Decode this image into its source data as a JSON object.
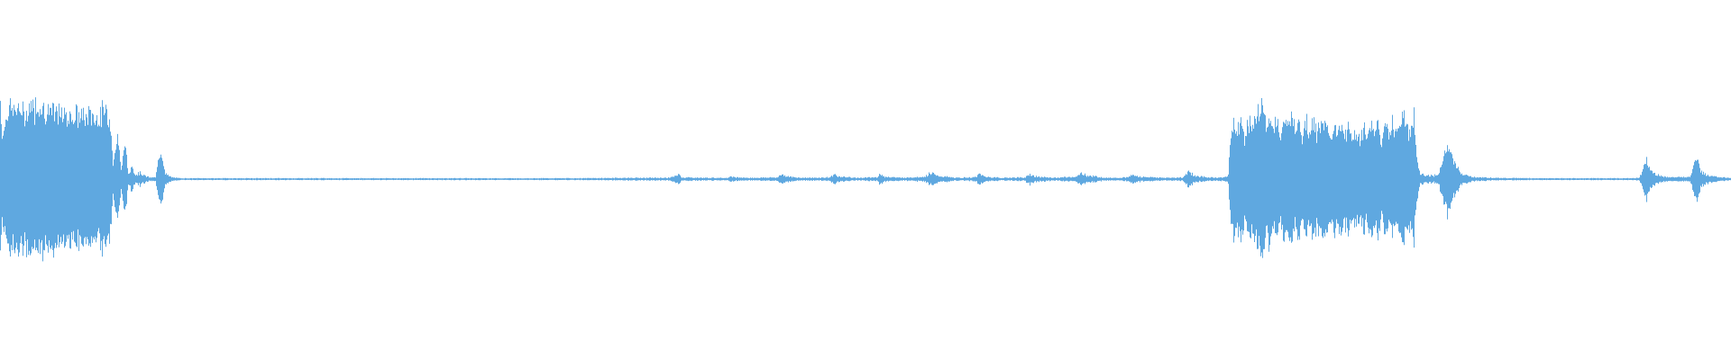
{
  "waveform": {
    "color": "#5fa8e0",
    "envelope": [
      [
        0,
        0.82
      ],
      [
        2,
        0.45
      ],
      [
        6,
        0.62
      ],
      [
        10,
        0.78
      ],
      [
        14,
        0.7
      ],
      [
        18,
        0.75
      ],
      [
        22,
        0.72
      ],
      [
        26,
        0.65
      ],
      [
        30,
        0.73
      ],
      [
        34,
        0.78
      ],
      [
        38,
        0.72
      ],
      [
        42,
        0.8
      ],
      [
        46,
        0.76
      ],
      [
        50,
        0.72
      ],
      [
        55,
        0.7
      ],
      [
        60,
        0.68
      ],
      [
        65,
        0.68
      ],
      [
        70,
        0.66
      ],
      [
        75,
        0.68
      ],
      [
        80,
        0.67
      ],
      [
        85,
        0.65
      ],
      [
        90,
        0.66
      ],
      [
        95,
        0.64
      ],
      [
        100,
        0.68
      ],
      [
        105,
        0.64
      ],
      [
        110,
        0.66
      ],
      [
        115,
        0.7
      ],
      [
        120,
        0.66
      ],
      [
        123,
        0.55
      ],
      [
        125,
        0.15
      ],
      [
        130,
        0.45
      ],
      [
        134,
        0.1
      ],
      [
        138,
        0.38
      ],
      [
        142,
        0.05
      ],
      [
        146,
        0.15
      ],
      [
        150,
        0.05
      ],
      [
        155,
        0.08
      ],
      [
        160,
        0.04
      ],
      [
        165,
        0.02
      ],
      [
        172,
        0.02
      ],
      [
        176,
        0.22
      ],
      [
        178,
        0.3
      ],
      [
        180,
        0.22
      ],
      [
        183,
        0.06
      ],
      [
        190,
        0.02
      ],
      [
        200,
        0.01
      ],
      [
        260,
        0.01
      ],
      [
        400,
        0.01
      ],
      [
        600,
        0.01
      ],
      [
        640,
        0.01
      ],
      [
        700,
        0.015
      ],
      [
        740,
        0.015
      ],
      [
        748,
        0.03
      ],
      [
        752,
        0.06
      ],
      [
        756,
        0.02
      ],
      [
        780,
        0.015
      ],
      [
        806,
        0.015
      ],
      [
        810,
        0.04
      ],
      [
        814,
        0.02
      ],
      [
        830,
        0.015
      ],
      [
        862,
        0.02
      ],
      [
        866,
        0.06
      ],
      [
        870,
        0.04
      ],
      [
        880,
        0.02
      ],
      [
        900,
        0.015
      ],
      [
        920,
        0.02
      ],
      [
        925,
        0.06
      ],
      [
        930,
        0.03
      ],
      [
        950,
        0.015
      ],
      [
        972,
        0.02
      ],
      [
        976,
        0.07
      ],
      [
        980,
        0.03
      ],
      [
        1000,
        0.015
      ],
      [
        1026,
        0.03
      ],
      [
        1032,
        0.08
      ],
      [
        1038,
        0.04
      ],
      [
        1060,
        0.015
      ],
      [
        1080,
        0.02
      ],
      [
        1086,
        0.06
      ],
      [
        1092,
        0.03
      ],
      [
        1110,
        0.015
      ],
      [
        1136,
        0.02
      ],
      [
        1142,
        0.06
      ],
      [
        1148,
        0.03
      ],
      [
        1170,
        0.015
      ],
      [
        1194,
        0.03
      ],
      [
        1200,
        0.07
      ],
      [
        1206,
        0.04
      ],
      [
        1230,
        0.015
      ],
      [
        1250,
        0.02
      ],
      [
        1256,
        0.05
      ],
      [
        1262,
        0.03
      ],
      [
        1290,
        0.015
      ],
      [
        1312,
        0.02
      ],
      [
        1318,
        0.1
      ],
      [
        1324,
        0.04
      ],
      [
        1340,
        0.02
      ],
      [
        1358,
        0.02
      ],
      [
        1362,
        0.05
      ],
      [
        1364,
        0.4
      ],
      [
        1368,
        0.6
      ],
      [
        1372,
        0.5
      ],
      [
        1376,
        0.66
      ],
      [
        1380,
        0.45
      ],
      [
        1384,
        0.58
      ],
      [
        1388,
        0.55
      ],
      [
        1392,
        0.6
      ],
      [
        1396,
        0.72
      ],
      [
        1400,
        0.8
      ],
      [
        1404,
        0.55
      ],
      [
        1408,
        0.68
      ],
      [
        1412,
        0.5
      ],
      [
        1416,
        0.64
      ],
      [
        1420,
        0.45
      ],
      [
        1424,
        0.6
      ],
      [
        1428,
        0.52
      ],
      [
        1432,
        0.66
      ],
      [
        1436,
        0.5
      ],
      [
        1440,
        0.62
      ],
      [
        1444,
        0.45
      ],
      [
        1448,
        0.6
      ],
      [
        1452,
        0.5
      ],
      [
        1456,
        0.6
      ],
      [
        1460,
        0.48
      ],
      [
        1464,
        0.6
      ],
      [
        1468,
        0.5
      ],
      [
        1472,
        0.55
      ],
      [
        1476,
        0.45
      ],
      [
        1480,
        0.55
      ],
      [
        1484,
        0.46
      ],
      [
        1488,
        0.52
      ],
      [
        1492,
        0.48
      ],
      [
        1496,
        0.5
      ],
      [
        1500,
        0.46
      ],
      [
        1504,
        0.48
      ],
      [
        1508,
        0.42
      ],
      [
        1512,
        0.52
      ],
      [
        1516,
        0.44
      ],
      [
        1520,
        0.55
      ],
      [
        1524,
        0.45
      ],
      [
        1528,
        0.6
      ],
      [
        1532,
        0.4
      ],
      [
        1536,
        0.58
      ],
      [
        1540,
        0.45
      ],
      [
        1544,
        0.62
      ],
      [
        1548,
        0.46
      ],
      [
        1552,
        0.6
      ],
      [
        1556,
        0.66
      ],
      [
        1560,
        0.52
      ],
      [
        1564,
        0.45
      ],
      [
        1568,
        0.68
      ],
      [
        1570,
        0.3
      ],
      [
        1574,
        0.08
      ],
      [
        1580,
        0.05
      ],
      [
        1588,
        0.04
      ],
      [
        1594,
        0.05
      ],
      [
        1600,
        0.2
      ],
      [
        1605,
        0.35
      ],
      [
        1610,
        0.22
      ],
      [
        1616,
        0.12
      ],
      [
        1622,
        0.06
      ],
      [
        1630,
        0.03
      ],
      [
        1640,
        0.02
      ],
      [
        1660,
        0.015
      ],
      [
        1700,
        0.01
      ],
      [
        1760,
        0.01
      ],
      [
        1800,
        0.01
      ],
      [
        1818,
        0.015
      ],
      [
        1822,
        0.12
      ],
      [
        1826,
        0.2
      ],
      [
        1830,
        0.1
      ],
      [
        1836,
        0.06
      ],
      [
        1844,
        0.03
      ],
      [
        1860,
        0.02
      ],
      [
        1874,
        0.03
      ],
      [
        1878,
        0.15
      ],
      [
        1882,
        0.25
      ],
      [
        1886,
        0.1
      ],
      [
        1892,
        0.05
      ],
      [
        1900,
        0.03
      ],
      [
        1910,
        0.02
      ],
      [
        1920,
        0.01
      ]
    ]
  }
}
